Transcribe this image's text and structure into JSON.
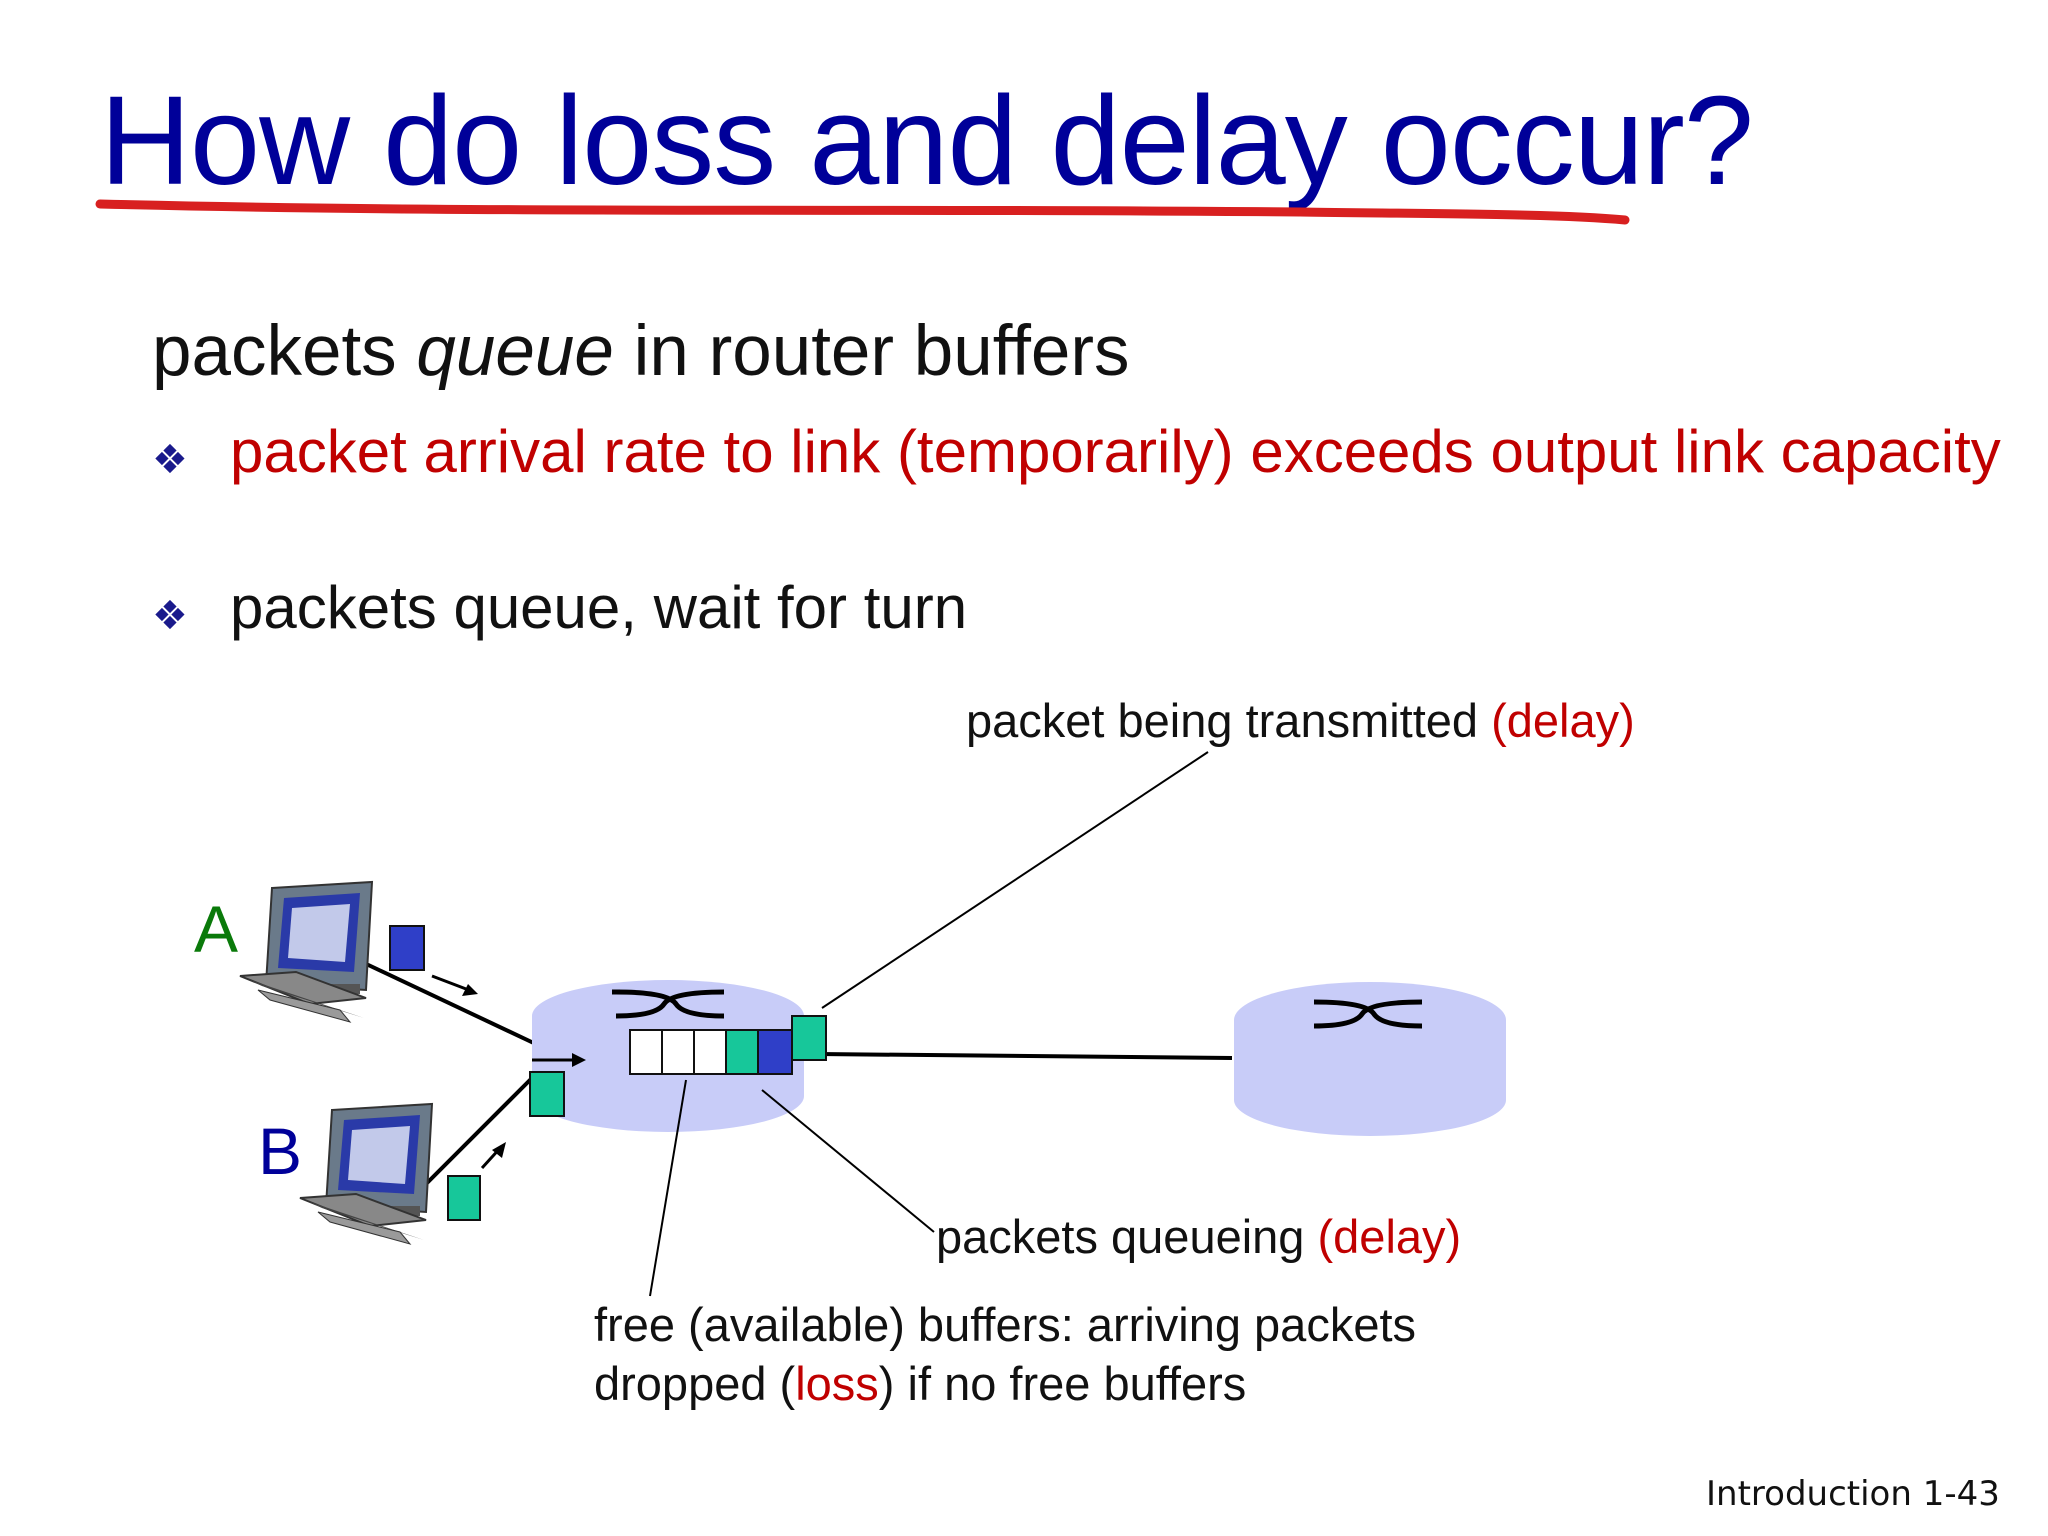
{
  "title": "How do loss and delay occur?",
  "subheading": {
    "before": "packets ",
    "emphasis": "queue",
    "after": " in router buffers"
  },
  "bullets": [
    {
      "glyph": "❖",
      "text": "packet arrival rate to link (temporarily) exceeds output link capacity"
    },
    {
      "glyph": "❖",
      "text": "packets queue, wait for turn"
    }
  ],
  "diagram": {
    "host_a_label": "A",
    "host_b_label": "B",
    "callout_transmitted": {
      "text": "packet being transmitted ",
      "tag": "(delay)"
    },
    "callout_queueing": {
      "text": "packets queueing ",
      "tag": "(delay)"
    },
    "callout_free": {
      "line1": "free (available) buffers: arriving packets",
      "line2_before": "dropped (",
      "line2_tag": "loss",
      "line2_after": ") if no free buffers"
    }
  },
  "footer": "Introduction 1-43",
  "colors": {
    "title": "#000099",
    "emphasis_red": "#c00000",
    "router_fill": "#c8ccf8",
    "packet_green": "#17c79a",
    "packet_blue": "#2f3fc8",
    "underline_red": "#d82020"
  }
}
